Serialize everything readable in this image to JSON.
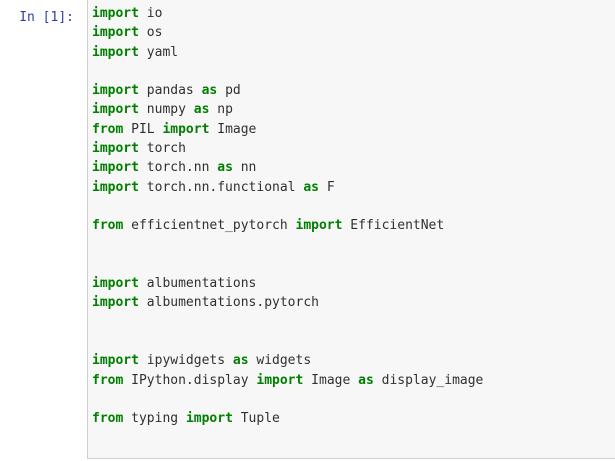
{
  "notebook": {
    "cell": {
      "prompt_label": "In [1]:",
      "prompt_color": "#303F9F",
      "cell_background": "#f7f7f7",
      "cell_border_color": "#cfcfcf",
      "page_background": "#ffffff",
      "keyword_color": "#008000",
      "text_color": "#303030",
      "language": "python",
      "lines": [
        {
          "id": "line-1",
          "blank": false,
          "tokens": [
            {
              "t": "import",
              "k": "kw"
            },
            {
              "t": " io",
              "k": "name"
            }
          ]
        },
        {
          "id": "line-2",
          "blank": false,
          "tokens": [
            {
              "t": "import",
              "k": "kw"
            },
            {
              "t": " os",
              "k": "name"
            }
          ]
        },
        {
          "id": "line-3",
          "blank": false,
          "tokens": [
            {
              "t": "import",
              "k": "kw"
            },
            {
              "t": " yaml",
              "k": "name"
            }
          ]
        },
        {
          "id": "line-4",
          "blank": true,
          "tokens": []
        },
        {
          "id": "line-5",
          "blank": false,
          "tokens": [
            {
              "t": "import",
              "k": "kw"
            },
            {
              "t": " pandas ",
              "k": "name"
            },
            {
              "t": "as",
              "k": "kw"
            },
            {
              "t": " pd",
              "k": "name"
            }
          ]
        },
        {
          "id": "line-6",
          "blank": false,
          "tokens": [
            {
              "t": "import",
              "k": "kw"
            },
            {
              "t": " numpy ",
              "k": "name"
            },
            {
              "t": "as",
              "k": "kw"
            },
            {
              "t": " np",
              "k": "name"
            }
          ]
        },
        {
          "id": "line-7",
          "blank": false,
          "tokens": [
            {
              "t": "from",
              "k": "kw"
            },
            {
              "t": " PIL ",
              "k": "name"
            },
            {
              "t": "import",
              "k": "kw"
            },
            {
              "t": " Image",
              "k": "name"
            }
          ]
        },
        {
          "id": "line-8",
          "blank": false,
          "tokens": [
            {
              "t": "import",
              "k": "kw"
            },
            {
              "t": " torch",
              "k": "name"
            }
          ]
        },
        {
          "id": "line-9",
          "blank": false,
          "tokens": [
            {
              "t": "import",
              "k": "kw"
            },
            {
              "t": " torch.nn ",
              "k": "name"
            },
            {
              "t": "as",
              "k": "kw"
            },
            {
              "t": " nn",
              "k": "name"
            }
          ]
        },
        {
          "id": "line-10",
          "blank": false,
          "tokens": [
            {
              "t": "import",
              "k": "kw"
            },
            {
              "t": " torch.nn.functional ",
              "k": "name"
            },
            {
              "t": "as",
              "k": "kw"
            },
            {
              "t": " F",
              "k": "name"
            }
          ]
        },
        {
          "id": "line-11",
          "blank": true,
          "tokens": []
        },
        {
          "id": "line-12",
          "blank": false,
          "tokens": [
            {
              "t": "from",
              "k": "kw"
            },
            {
              "t": " efficientnet_pytorch ",
              "k": "name"
            },
            {
              "t": "import",
              "k": "kw"
            },
            {
              "t": " EfficientNet",
              "k": "name"
            }
          ]
        },
        {
          "id": "line-13",
          "blank": true,
          "tokens": []
        },
        {
          "id": "line-14",
          "blank": true,
          "tokens": []
        },
        {
          "id": "line-15",
          "blank": false,
          "tokens": [
            {
              "t": "import",
              "k": "kw"
            },
            {
              "t": " albumentations",
              "k": "name"
            }
          ]
        },
        {
          "id": "line-16",
          "blank": false,
          "tokens": [
            {
              "t": "import",
              "k": "kw"
            },
            {
              "t": " albumentations.pytorch",
              "k": "name"
            }
          ]
        },
        {
          "id": "line-17",
          "blank": true,
          "tokens": []
        },
        {
          "id": "line-18",
          "blank": true,
          "tokens": []
        },
        {
          "id": "line-19",
          "blank": false,
          "tokens": [
            {
              "t": "import",
              "k": "kw"
            },
            {
              "t": " ipywidgets ",
              "k": "name"
            },
            {
              "t": "as",
              "k": "kw"
            },
            {
              "t": " widgets",
              "k": "name"
            }
          ]
        },
        {
          "id": "line-20",
          "blank": false,
          "tokens": [
            {
              "t": "from",
              "k": "kw"
            },
            {
              "t": " IPython.display ",
              "k": "name"
            },
            {
              "t": "import",
              "k": "kw"
            },
            {
              "t": " Image ",
              "k": "name"
            },
            {
              "t": "as",
              "k": "kw"
            },
            {
              "t": " display_image",
              "k": "name"
            }
          ]
        },
        {
          "id": "line-21",
          "blank": true,
          "tokens": []
        },
        {
          "id": "line-22",
          "blank": false,
          "tokens": [
            {
              "t": "from",
              "k": "kw"
            },
            {
              "t": " typing ",
              "k": "name"
            },
            {
              "t": "import",
              "k": "kw"
            },
            {
              "t": " Tuple",
              "k": "name"
            }
          ]
        },
        {
          "id": "line-23",
          "blank": true,
          "tokens": []
        }
      ]
    }
  }
}
